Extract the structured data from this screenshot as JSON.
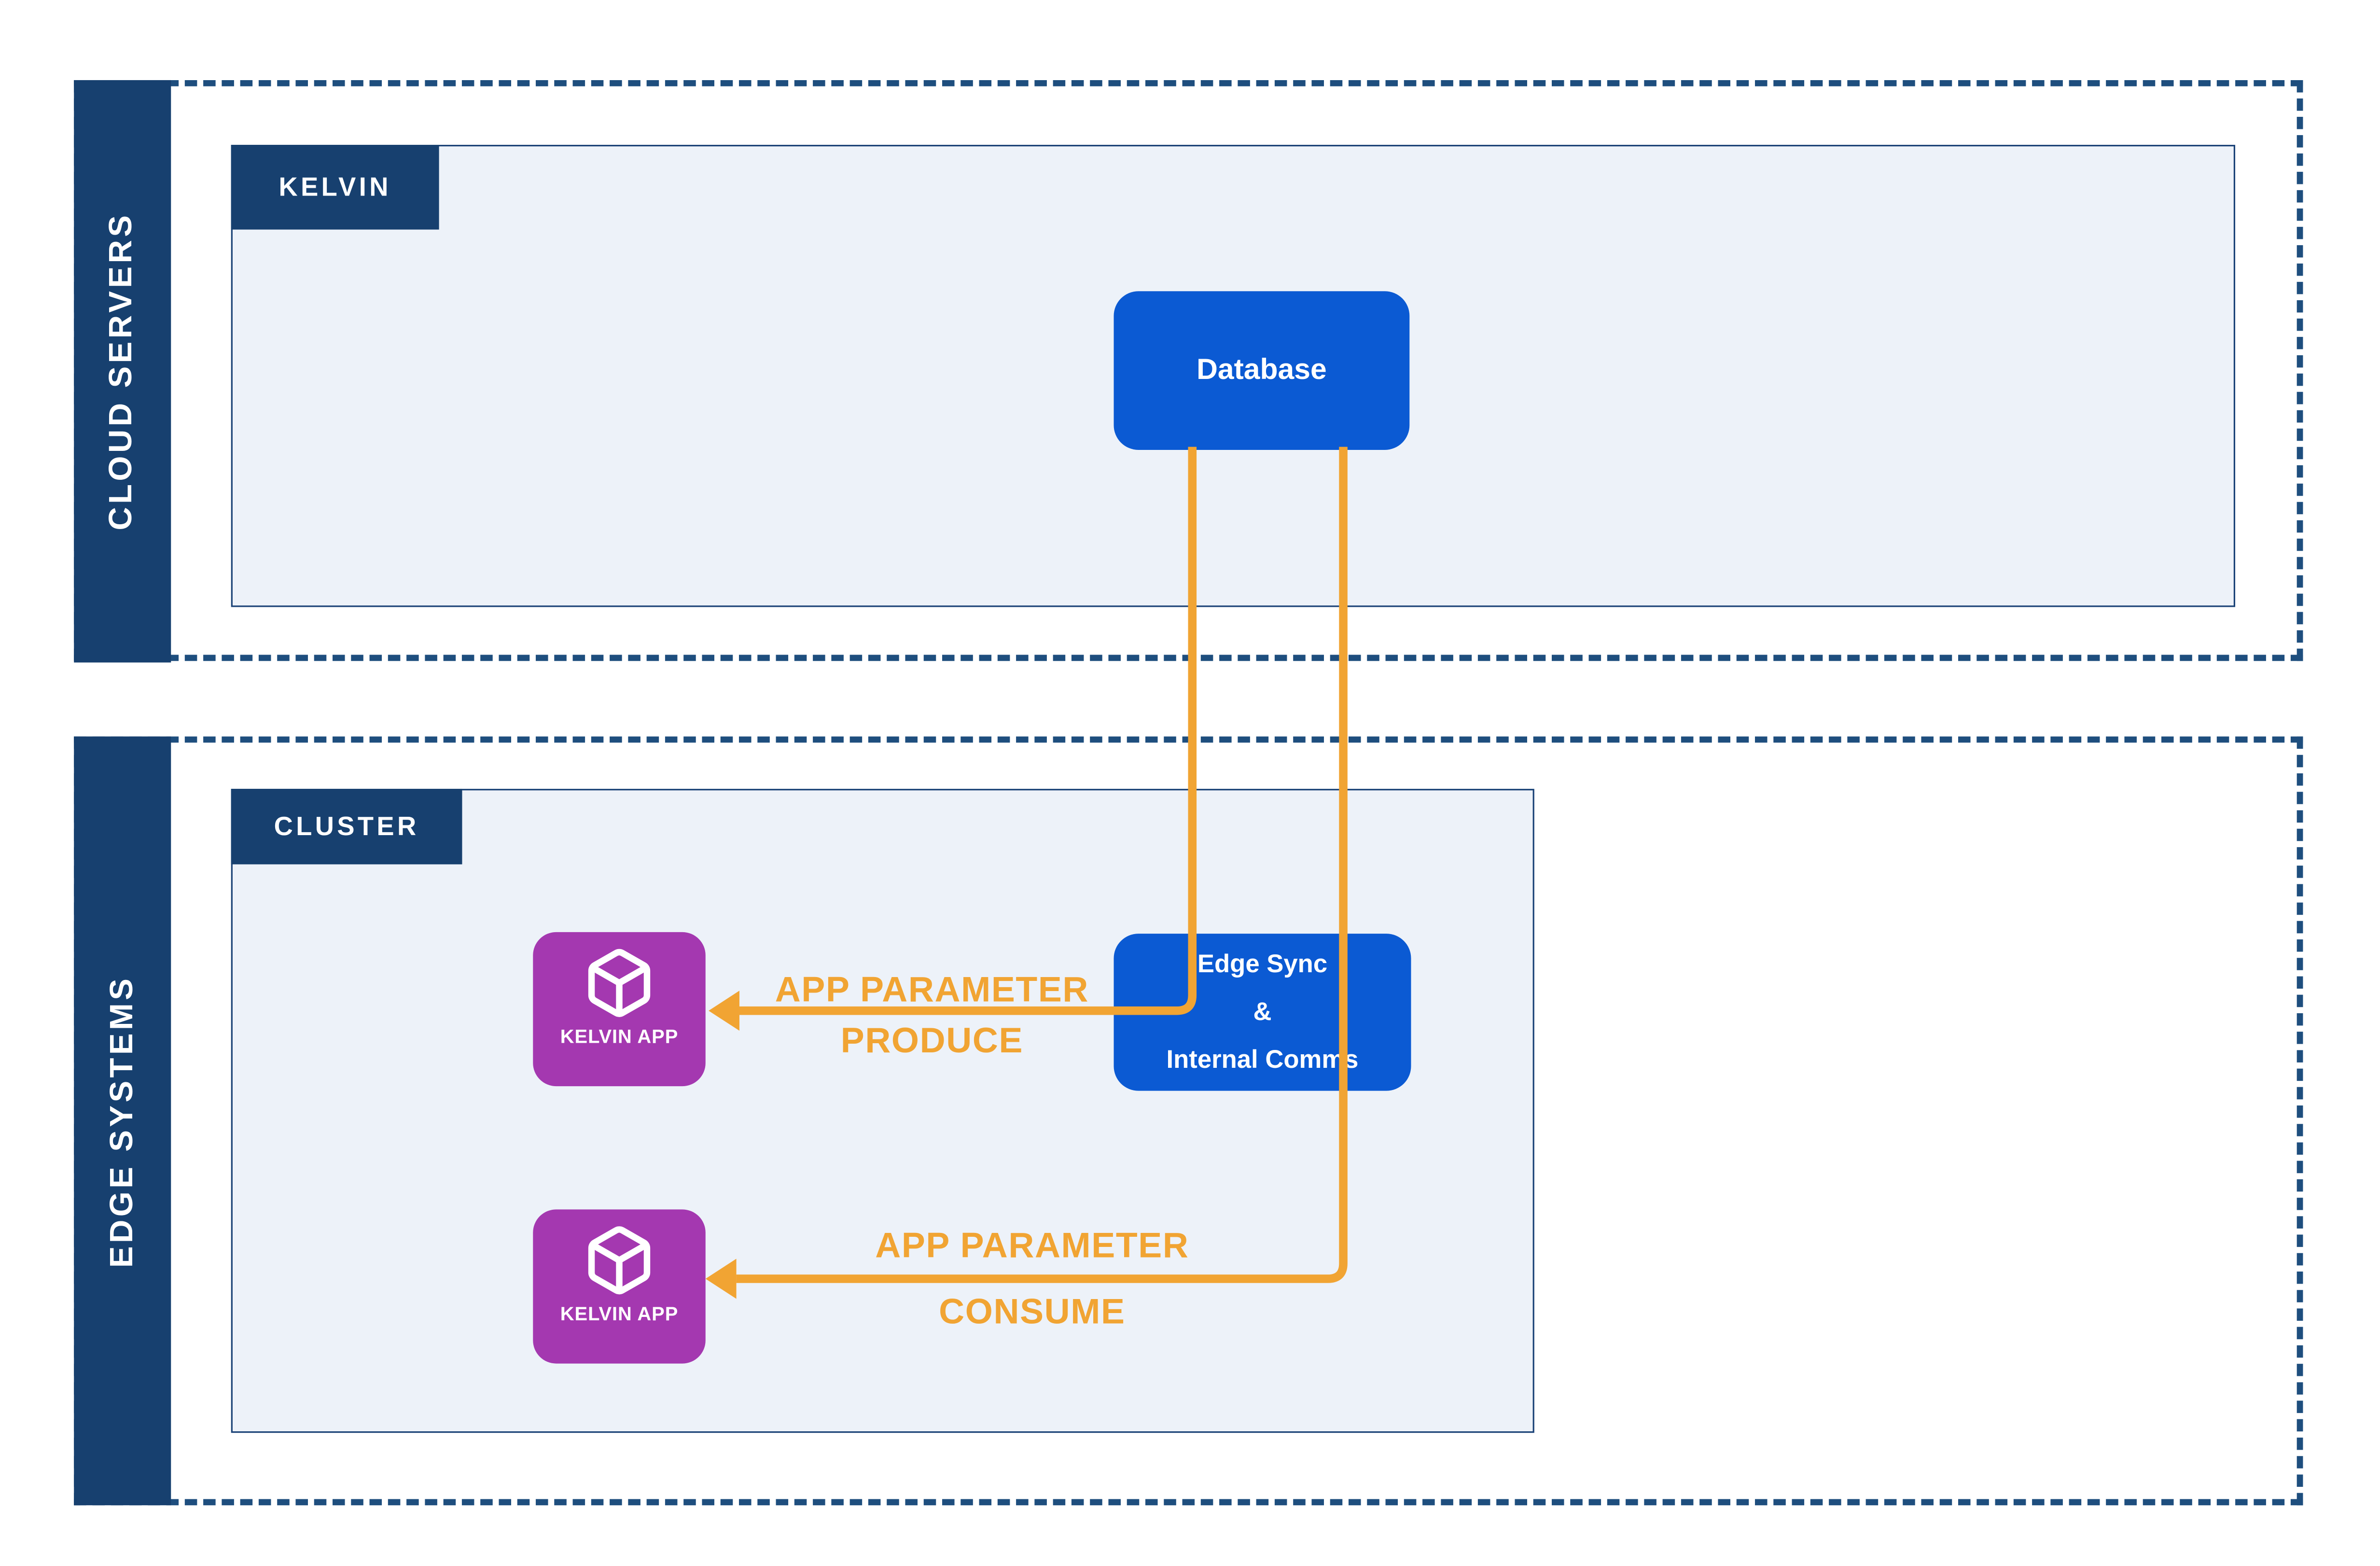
{
  "colors": {
    "navy_fill": "#17406F",
    "navy_border": "#1B4377",
    "dashed_border": "#1E4E7E",
    "panel_bg": "#EDF2F9",
    "node_blue": "#0B5AD3",
    "node_purple": "#A438B0",
    "connector_orange": "#F1A433",
    "text_white": "#FFFFFF",
    "page_bg": "#FFFFFF"
  },
  "cloud_section": {
    "side_label": "CLOUD SERVERS",
    "box_label": "KELVIN",
    "database_label": "Database"
  },
  "edge_section": {
    "side_label": "EDGE SYSTEMS",
    "box_label": "CLUSTER",
    "edge_sync": {
      "l1": "Edge Sync",
      "l2": "&",
      "l3": "Internal Comms"
    },
    "kelvin_app_top": {
      "label": "KELVIN APP"
    },
    "kelvin_app_bottom": {
      "label": "KELVIN APP"
    }
  },
  "connections": {
    "produce": {
      "l1": "APP PARAMETER",
      "l2": "PRODUCE"
    },
    "consume": {
      "l1": "APP PARAMETER",
      "l2": "CONSUME"
    }
  }
}
